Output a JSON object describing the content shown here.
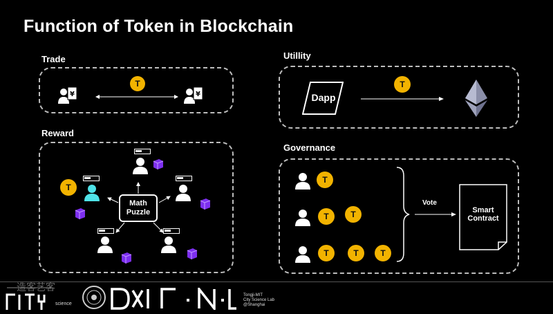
{
  "title": "Function of Token in Blockchain",
  "token_symbol": "T",
  "token_color": "#f2b300",
  "sections": {
    "trade": {
      "label": "Trade",
      "icons": [
        "person-yuan-icon",
        "person-yuan-icon"
      ]
    },
    "reward": {
      "label": "Reward",
      "center_line1": "Math",
      "center_line2": "Puzzle",
      "icons": [
        "person-icon",
        "cube-icon"
      ]
    },
    "utility": {
      "label": "Utillity",
      "dapp": "Dapp",
      "target_icon": "ethereum-icon"
    },
    "governance": {
      "label": "Governance",
      "vote": "Vote",
      "contract_line1": "Smart",
      "contract_line2": "Contract",
      "rows": [
        1,
        2,
        3
      ]
    }
  },
  "footer": {
    "lab_line1": "Tongji-MIT",
    "lab_line2": "City Science Lab",
    "lab_line3": "@Shanghai",
    "science_text": "science",
    "watermark_text": "造客艺客",
    "logos": [
      "city-science-logo",
      "tongji-seal-logo",
      "d-and-i-logo",
      "csl-logo"
    ]
  }
}
